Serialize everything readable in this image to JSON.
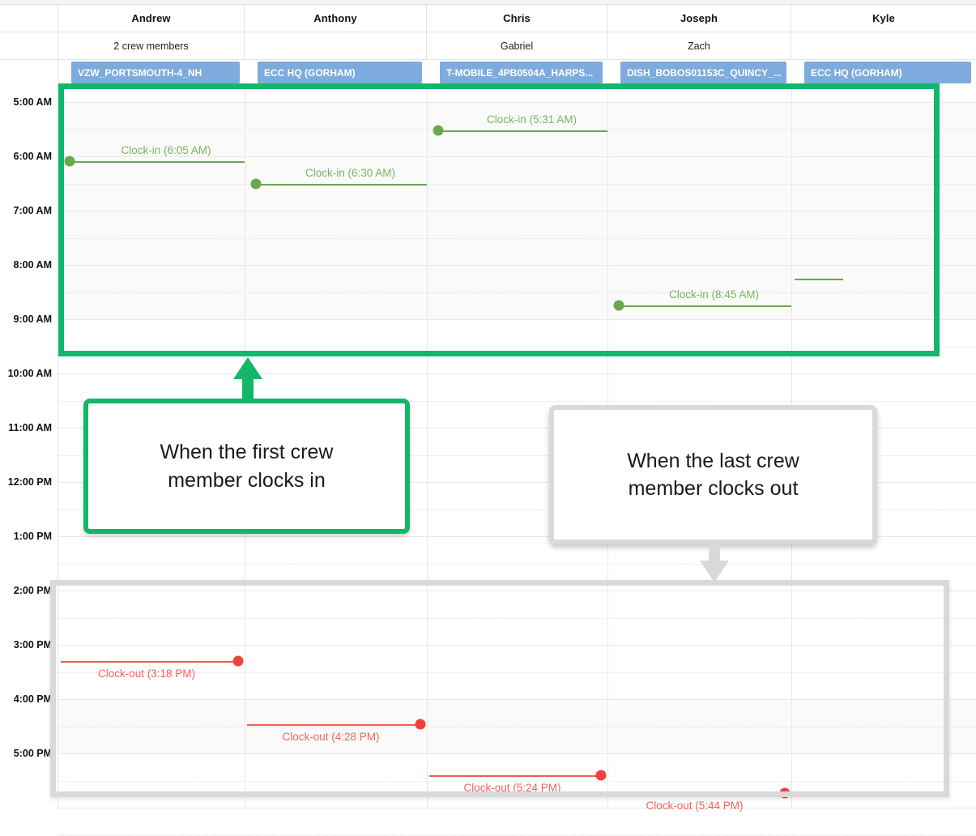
{
  "calendar": {
    "columns": [
      {
        "name": "Andrew",
        "subtitle": "2 crew members",
        "chip": "VZW_PORTSMOUTH-4_NH"
      },
      {
        "name": "Anthony",
        "subtitle": "",
        "chip": "ECC HQ (GORHAM)"
      },
      {
        "name": "Chris",
        "subtitle": "Gabriel",
        "chip": "T-MOBILE_4PB0504A_HARPS..."
      },
      {
        "name": "Joseph",
        "subtitle": "Zach",
        "chip": "DISH_BOBOS01153C_QUINCY_..."
      },
      {
        "name": "Kyle",
        "subtitle": "",
        "chip": "ECC HQ (GORHAM)"
      }
    ],
    "time_labels": [
      "5:00 AM",
      "6:00 AM",
      "7:00 AM",
      "8:00 AM",
      "9:00 AM",
      "10:00 AM",
      "11:00 AM",
      "12:00 PM",
      "1:00 PM",
      "2:00 PM",
      "3:00 PM",
      "4:00 PM",
      "5:00 PM"
    ],
    "clock_in_events": [
      {
        "column": "Andrew",
        "label": "Clock-in (6:05 AM)",
        "time": "6:05 AM"
      },
      {
        "column": "Anthony",
        "label": "Clock-in (6:30 AM)",
        "time": "6:30 AM"
      },
      {
        "column": "Chris",
        "label": "Clock-in (5:31 AM)",
        "time": "5:31 AM"
      },
      {
        "column": "Joseph",
        "label": "Clock-in (8:45 AM)",
        "time": "8:45 AM"
      }
    ],
    "clock_out_events": [
      {
        "column": "Andrew",
        "label": "Clock-out (3:18 PM)",
        "time": "3:18 PM"
      },
      {
        "column": "Anthony",
        "label": "Clock-out (4:28 PM)",
        "time": "4:28 PM"
      },
      {
        "column": "Chris",
        "label": "Clock-out (5:24 PM)",
        "time": "5:24 PM"
      },
      {
        "column": "Joseph",
        "label": "Clock-out (5:44 PM)",
        "time": "5:44 PM"
      }
    ]
  },
  "annotations": {
    "first_clock_in": {
      "line1": "When the first crew",
      "line2": "member clocks in"
    },
    "last_clock_out": {
      "line1": "When the last crew",
      "line2": "member clocks out"
    }
  },
  "colors": {
    "highlight_green": "#12b76a",
    "highlight_gray": "#d9d9d9",
    "clock_in_green": "#6aa84f",
    "clock_out_red": "#f0423b",
    "chip_blue": "#7dabdd"
  }
}
